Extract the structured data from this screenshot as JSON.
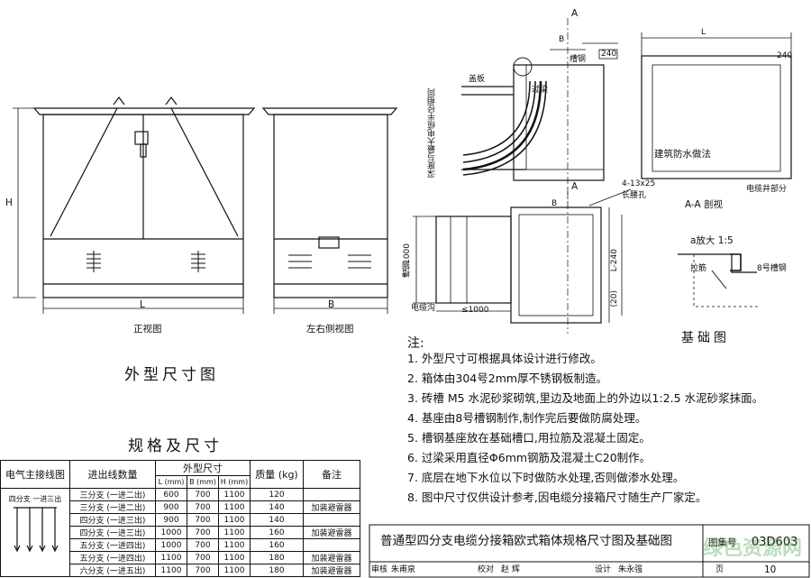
{
  "front_view": {
    "caption": "正视图",
    "label_h": "H",
    "label_l": "L"
  },
  "side_view": {
    "caption": "左右侧视图",
    "label_b": "B"
  },
  "outline_title": "外型尺寸图",
  "spec_title": "规格及尺寸",
  "section_top": {
    "cut_label": "A",
    "label_b": "B",
    "dim_240": "240",
    "label_cover": "盖板",
    "label_channel": "槽钢",
    "label_pipe": "过梁",
    "label_cable_depth": "深度与最大电缆半径相同",
    "label_waterproof": "建筑防水做法"
  },
  "section_right": {
    "label_l": "L",
    "dim_240": "240",
    "label_well": "电缆井部分"
  },
  "plan": {
    "cut_label": "A",
    "label_b": "B",
    "label_holes": "4-13x25",
    "label_holes2": "长腰孔",
    "label_1000": "1000",
    "label_l240": "L-240",
    "label_channel_len": "槽钢",
    "label_cable_trench": "电缆沟",
    "label_lt1000": "≤1000",
    "label_20": "(20)"
  },
  "aa_section": {
    "title": "A-A 剖视",
    "zoom": "a放大 1:5",
    "label_rebar": "拉筋",
    "label_channel": "8号槽钢",
    "foundation": "基础图"
  },
  "notes": {
    "head": "注:",
    "items": [
      "1. 外型尺寸可根据具体设计进行修改。",
      "2. 箱体由304号2mm厚不锈钢板制造。",
      "3. 砖槽 M5 水泥砂浆砌筑,里边及地面上的外边以1:2.5 水泥砂浆抹面。",
      "4. 基座由8号槽钢制作,制作完后要做防腐处理。",
      "5. 槽钢基座放在基础槽口,用拉筋及混凝土固定。",
      "6. 过梁采用直径Φ6mm钢筋及混凝土C20制作。",
      "7. 底层在地下水位以下时做防水处理,否则做渗水处理。",
      "8. 图中尺寸仅供设计参考,因电缆分接箱尺寸随生产厂家定。"
    ]
  },
  "spec_table": {
    "headers": {
      "wiring": "电气主接线图",
      "in_out": "进出线数量",
      "outline": "外型尺寸",
      "l": "L (mm)",
      "b": "B (mm)",
      "h": "H (mm)",
      "weight": "质量 (kg)",
      "remark": "备注"
    },
    "wiring_label": "四分支 一进三出",
    "rows": [
      {
        "in_out": "三分支 (一进二出)",
        "l": "600",
        "b": "700",
        "h": "1100",
        "w": "120",
        "remark": ""
      },
      {
        "in_out": "三分支 (一进二出)",
        "l": "900",
        "b": "700",
        "h": "1100",
        "w": "140",
        "remark": "加装避雷器"
      },
      {
        "in_out": "四分支 (一进三出)",
        "l": "900",
        "b": "700",
        "h": "1100",
        "w": "140",
        "remark": ""
      },
      {
        "in_out": "四分支 (一进三出)",
        "l": "1000",
        "b": "700",
        "h": "1100",
        "w": "160",
        "remark": "加装避雷器"
      },
      {
        "in_out": "五分支 (一进四出)",
        "l": "1000",
        "b": "700",
        "h": "1100",
        "w": "160",
        "remark": ""
      },
      {
        "in_out": "五分支 (一进四出)",
        "l": "1100",
        "b": "700",
        "h": "1100",
        "w": "180",
        "remark": "加装避雷器"
      },
      {
        "in_out": "六分支 (一进五出)",
        "l": "1100",
        "b": "700",
        "h": "1100",
        "w": "180",
        "remark": "加装避雷器"
      }
    ]
  },
  "title_block": {
    "drawing_title": "普通型四分支电缆分接箱欧式箱体规格尺寸图及基础图",
    "atlas_label": "图集号",
    "atlas_no": "03D603",
    "review": "审核",
    "reviewer": "朱甫泉",
    "check": "校对",
    "checker": "赵 辉",
    "design": "设计",
    "designer": "朱永强",
    "page_label": "页",
    "page_no": "10"
  },
  "watermark": "绿色资源网"
}
